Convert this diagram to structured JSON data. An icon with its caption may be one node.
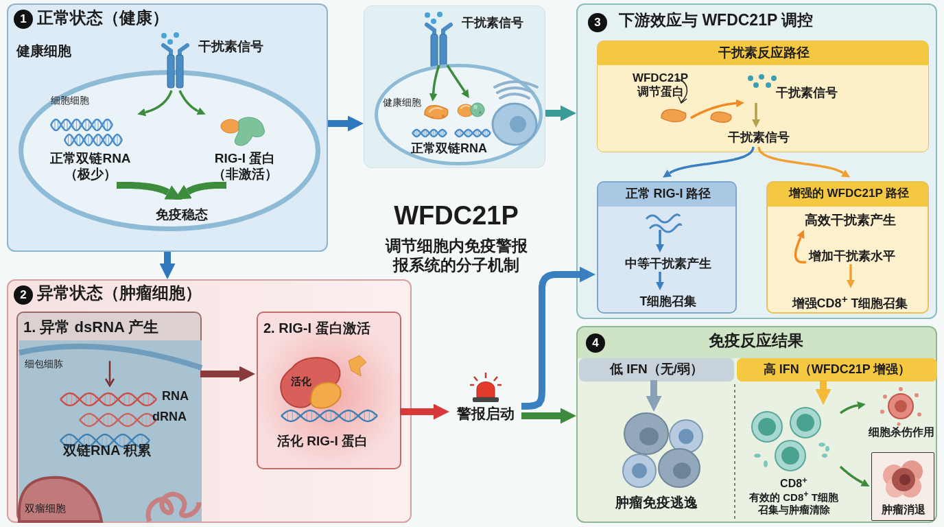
{
  "diagram": {
    "title": "WFDC21P",
    "nodes": [
      {
        "text": [
          "1",
          "正常状态（健康）",
          "健康细胞"
        ]
      },
      {
        "text": [
          "细胞细胞"
        ],
        "in": 0
      },
      {
        "text": [
          "干扰素信号"
        ],
        "in": 0
      },
      {
        "text": [
          "正常双链RNA（极少）"
        ],
        "in": 1
      },
      {
        "text": [
          "RIG-I 蛋白（非激活）"
        ],
        "in": 1
      },
      {
        "text": [
          "免疫稳态"
        ],
        "in": 1
      },
      {
        "text": [],
        "shape": "box"
      },
      {
        "text": [
          "干扰素信号"
        ],
        "in": 6
      },
      {
        "text": [
          "健康细胞",
          "正常双链RNA"
        ],
        "in": 6
      },
      {
        "text": [],
        "shape": "picture",
        "in": 8
      },
      {
        "text": [],
        "shape": "picture",
        "in": 8
      },
      {
        "text": [
          "2",
          "异常状态（肿瘤细胞）"
        ]
      },
      {
        "text": [
          "1. 异常 dsRNA 产生",
          "细包细胨",
          "RNA",
          "dRNA",
          "双链RNA 积累",
          "双瘤细胞"
        ],
        "in": 11
      },
      {
        "text": [
          "2. RIG-I 蛋白激活",
          "活化",
          "活化 RIG-I 蛋白"
        ],
        "in": 11
      },
      {
        "text": [
          "警报启动"
        ]
      },
      {
        "text": [
          "3",
          "下游效应与 WFDC21P 调控"
        ]
      },
      {
        "text": [
          "干扰素反应路径"
        ],
        "in": 15
      },
      {
        "text": [
          "WFDC21P 调节蛋白"
        ],
        "in": 16
      },
      {
        "text": [
          "干扰素信号"
        ],
        "in": 16
      },
      {
        "text": [
          "干扰素信号"
        ],
        "in": 16
      },
      {
        "text": [
          "正常 RIG-I 路径"
        ],
        "in": 15
      },
      {
        "text": [],
        "shape": "picture",
        "in": 20
      },
      {
        "text": [
          "中等干扰素产生"
        ],
        "in": 20
      },
      {
        "text": [
          "T细胞召集"
        ],
        "in": 20
      },
      {
        "text": [
          "增强的 WFDC21P 路径"
        ],
        "in": 15
      },
      {
        "text": [
          "高效干扰素产生"
        ],
        "in": 24
      },
      {
        "text": [
          "增加干扰素水平"
        ],
        "in": 24
      },
      {
        "text": [
          "增强CD8$^{+}$ T细胞召集"
        ],
        "in": 24
      },
      {
        "text": [
          "4",
          "免疫反应结果"
        ]
      },
      {
        "text": [
          "低 IFN（无/弱）"
        ],
        "in": 28
      },
      {
        "text": [
          "高 IFN（WFDC21P 增强）"
        ],
        "in": 28
      },
      {
        "text": [
          "CD8$^{+}$",
          "有效的 CD8$^{+}$ T细胞召集与肿瘤清除"
        ],
        "in": 28
      },
      {
        "text": [
          "细胞杀伤作用"
        ],
        "in": 28
      },
      {
        "text": [
          "肿瘤消退"
        ],
        "in": 28
      },
      {
        "text": [
          "肿瘤免疫逃逸"
        ],
        "in": 28
      }
    ],
    "edges": [
      {
        "from": 2,
        "to": 3,
        "arrow": "to"
      },
      {
        "from": 2,
        "to": 4,
        "arrow": "to"
      },
      {
        "from": 3,
        "to": 5,
        "arrow": "to",
        "style": "thick"
      },
      {
        "from": 4,
        "to": 5,
        "arrow": "to",
        "style": "thick"
      },
      {
        "from": 0,
        "to": 6,
        "arrow": "to",
        "style": "thick",
        "color": "#2f78bd"
      },
      {
        "from": 7,
        "to": 9,
        "arrow": "to"
      },
      {
        "from": 7,
        "to": 10,
        "arrow": "to"
      },
      {
        "from": 6,
        "to": 15,
        "arrow": "to",
        "style": "thick",
        "color": "#3a9c96"
      },
      {
        "from": 0,
        "to": 11,
        "arrow": "to",
        "style": "thick",
        "color": "#2f78bd"
      },
      {
        "from": 12,
        "to": 13,
        "arrow": "to",
        "style": "thick",
        "color": "#8b3a3a"
      },
      {
        "from": 13,
        "to": 14,
        "arrow": "to",
        "style": "thick",
        "color": "#d83a3a"
      },
      {
        "from": 14,
        "to": 20,
        "arrow": "to",
        "style": "thick",
        "color": "#3a7fc0"
      },
      {
        "from": 14,
        "to": 28,
        "arrow": "to",
        "style": "thick"
      },
      {
        "from": 17,
        "to": 18,
        "arrow": "to",
        "color": "#f08a24"
      },
      {
        "from": 18,
        "to": 19,
        "arrow": "to",
        "color": "#b5a050"
      },
      {
        "from": 19,
        "to": 20,
        "arrow": "to",
        "color": "#3a7fc0"
      },
      {
        "from": 19,
        "to": 24,
        "arrow": "to",
        "color": "#f0a030"
      },
      {
        "from": 21,
        "to": 22,
        "arrow": "to",
        "color": "#3a7fc0"
      },
      {
        "from": 22,
        "to": 23,
        "arrow": "to",
        "color": "#3a7fc0"
      },
      {
        "from": 26,
        "to": 25,
        "arrow": "to",
        "color": "#f08a24"
      },
      {
        "from": 26,
        "to": 27,
        "arrow": "to",
        "color": "#f0a030"
      },
      {
        "from": 31,
        "to": 32,
        "arrow": "to"
      },
      {
        "from": 31,
        "to": 33,
        "arrow": "to"
      },
      {
        "from": 29,
        "to": 34,
        "arrow": "to",
        "style": "thick",
        "color": "#8aa0b4"
      },
      {
        "from": 30,
        "to": 31,
        "arrow": "to",
        "style": "thick",
        "color": "#f5b93a"
      }
    ],
    "labels": [
      "调节细胞内免疫警报报系统的分子机制"
    ]
  }
}
